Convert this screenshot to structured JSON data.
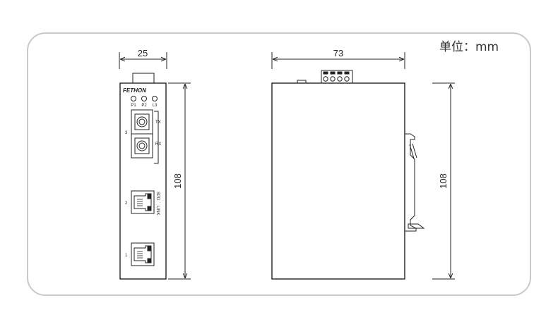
{
  "unit_label": "单位：mm",
  "front_view": {
    "width_label": "25",
    "height_label": "108",
    "brand": "FETHON",
    "leds": [
      "P1",
      "P2",
      "L3"
    ],
    "port3_label": "3",
    "tx_label": "TX",
    "rx_label": "RX",
    "port2_label": "2",
    "spd_label": "SPD",
    "link_label": "LINK",
    "port1_label": "1"
  },
  "side_view": {
    "width_label": "73",
    "height_label": "108"
  }
}
